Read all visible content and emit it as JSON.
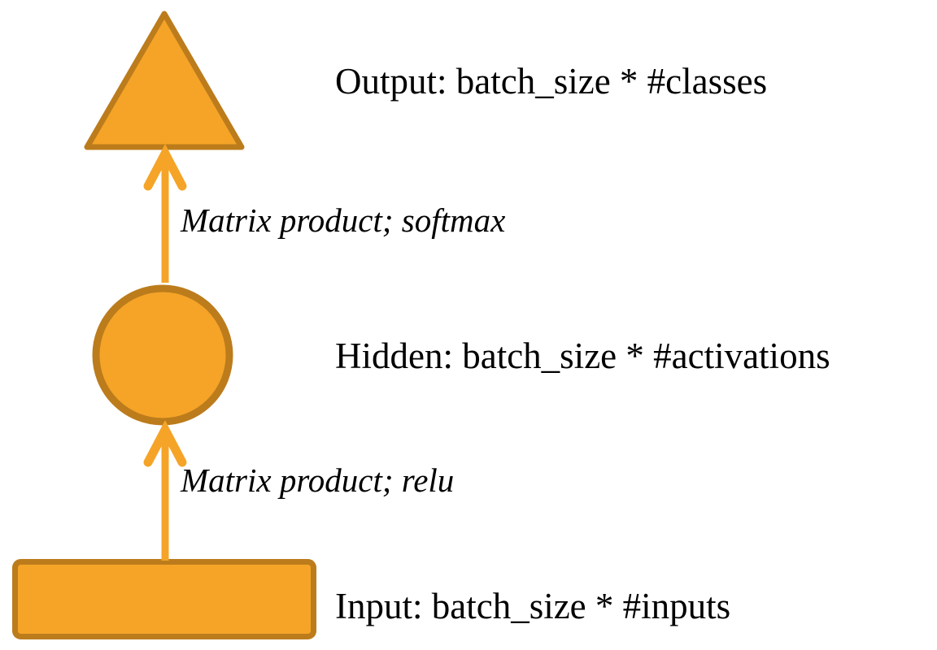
{
  "diagram": {
    "title": "",
    "nodes": [
      {
        "id": "output",
        "shape": "triangle",
        "label": "Output: batch_size * #classes"
      },
      {
        "id": "hidden",
        "shape": "circle",
        "label": "Hidden: batch_size * #activations"
      },
      {
        "id": "input",
        "shape": "rectangle",
        "label": "Input: batch_size * #inputs"
      }
    ],
    "edges": [
      {
        "from": "hidden",
        "to": "output",
        "label": "Matrix product; softmax"
      },
      {
        "from": "input",
        "to": "hidden",
        "label": "Matrix product; relu"
      }
    ],
    "colors": {
      "shape_fill": "#F5A428",
      "shape_stroke": "#BC7C1C",
      "arrow": "#F5A428",
      "text": "#000000",
      "background": "#FFFFFF"
    }
  }
}
